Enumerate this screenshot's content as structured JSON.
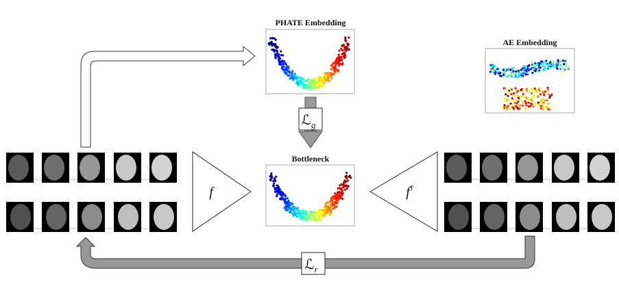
{
  "phate_title": "PHATE Embedding",
  "ae_title": "AE Embedding",
  "bottleneck_title": "Bottleneck",
  "encoder_label": "f",
  "decoder_label": "f",
  "decoder_superscript": "†",
  "geometry_loss": {
    "symbol": "ℒ",
    "subscript": "g"
  },
  "reconstruction_loss": {
    "symbol": "ℒ",
    "subscript": "r"
  },
  "colors": {
    "arrow_gray": "#999999",
    "face_bg": "#000000"
  }
}
